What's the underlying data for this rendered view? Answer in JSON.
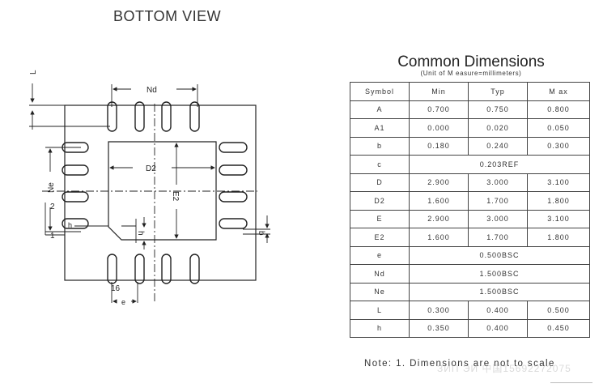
{
  "view_title": "BOTTOM VIEW",
  "drawing": {
    "labels": {
      "L": "L",
      "Nd": "Nd",
      "D2": "D2",
      "E2": "E2",
      "Ne": "Ne",
      "pin2": "2",
      "pin1": "1",
      "h1": "h",
      "h2": "h",
      "b": "b",
      "pin16": "16",
      "e": "e"
    },
    "line_color": "#222222"
  },
  "table": {
    "title": "Common Dimensions",
    "subtitle": "(Unit of M easure=millimeters)",
    "headers": [
      "Symbol",
      "Min",
      "Typ",
      "M ax"
    ],
    "rows": [
      {
        "symbol": "A",
        "min": "0.700",
        "typ": "0.750",
        "max": "0.800"
      },
      {
        "symbol": "A1",
        "min": "0.000",
        "typ": "0.020",
        "max": "0.050"
      },
      {
        "symbol": "b",
        "min": "0.180",
        "typ": "0.240",
        "max": "0.300"
      },
      {
        "symbol": "c",
        "span": "0.203REF"
      },
      {
        "symbol": "D",
        "min": "2.900",
        "typ": "3.000",
        "max": "3.100"
      },
      {
        "symbol": "D2",
        "min": "1.600",
        "typ": "1.700",
        "max": "1.800"
      },
      {
        "symbol": "E",
        "min": "2.900",
        "typ": "3.000",
        "max": "3.100"
      },
      {
        "symbol": "E2",
        "min": "1.600",
        "typ": "1.700",
        "max": "1.800"
      },
      {
        "symbol": "e",
        "span": "0.500BSC"
      },
      {
        "symbol": "Nd",
        "span": "1.500BSC"
      },
      {
        "symbol": "Ne",
        "span": "1.500BSC"
      },
      {
        "symbol": "L",
        "min": "0.300",
        "typ": "0.400",
        "max": "0.500"
      },
      {
        "symbol": "h",
        "min": "0.350",
        "typ": "0.400",
        "max": "0.450"
      }
    ]
  },
  "note": "Note:  1. Dimensions are not to scale",
  "watermark": "ЗИП ЭИ  中国15692272075"
}
